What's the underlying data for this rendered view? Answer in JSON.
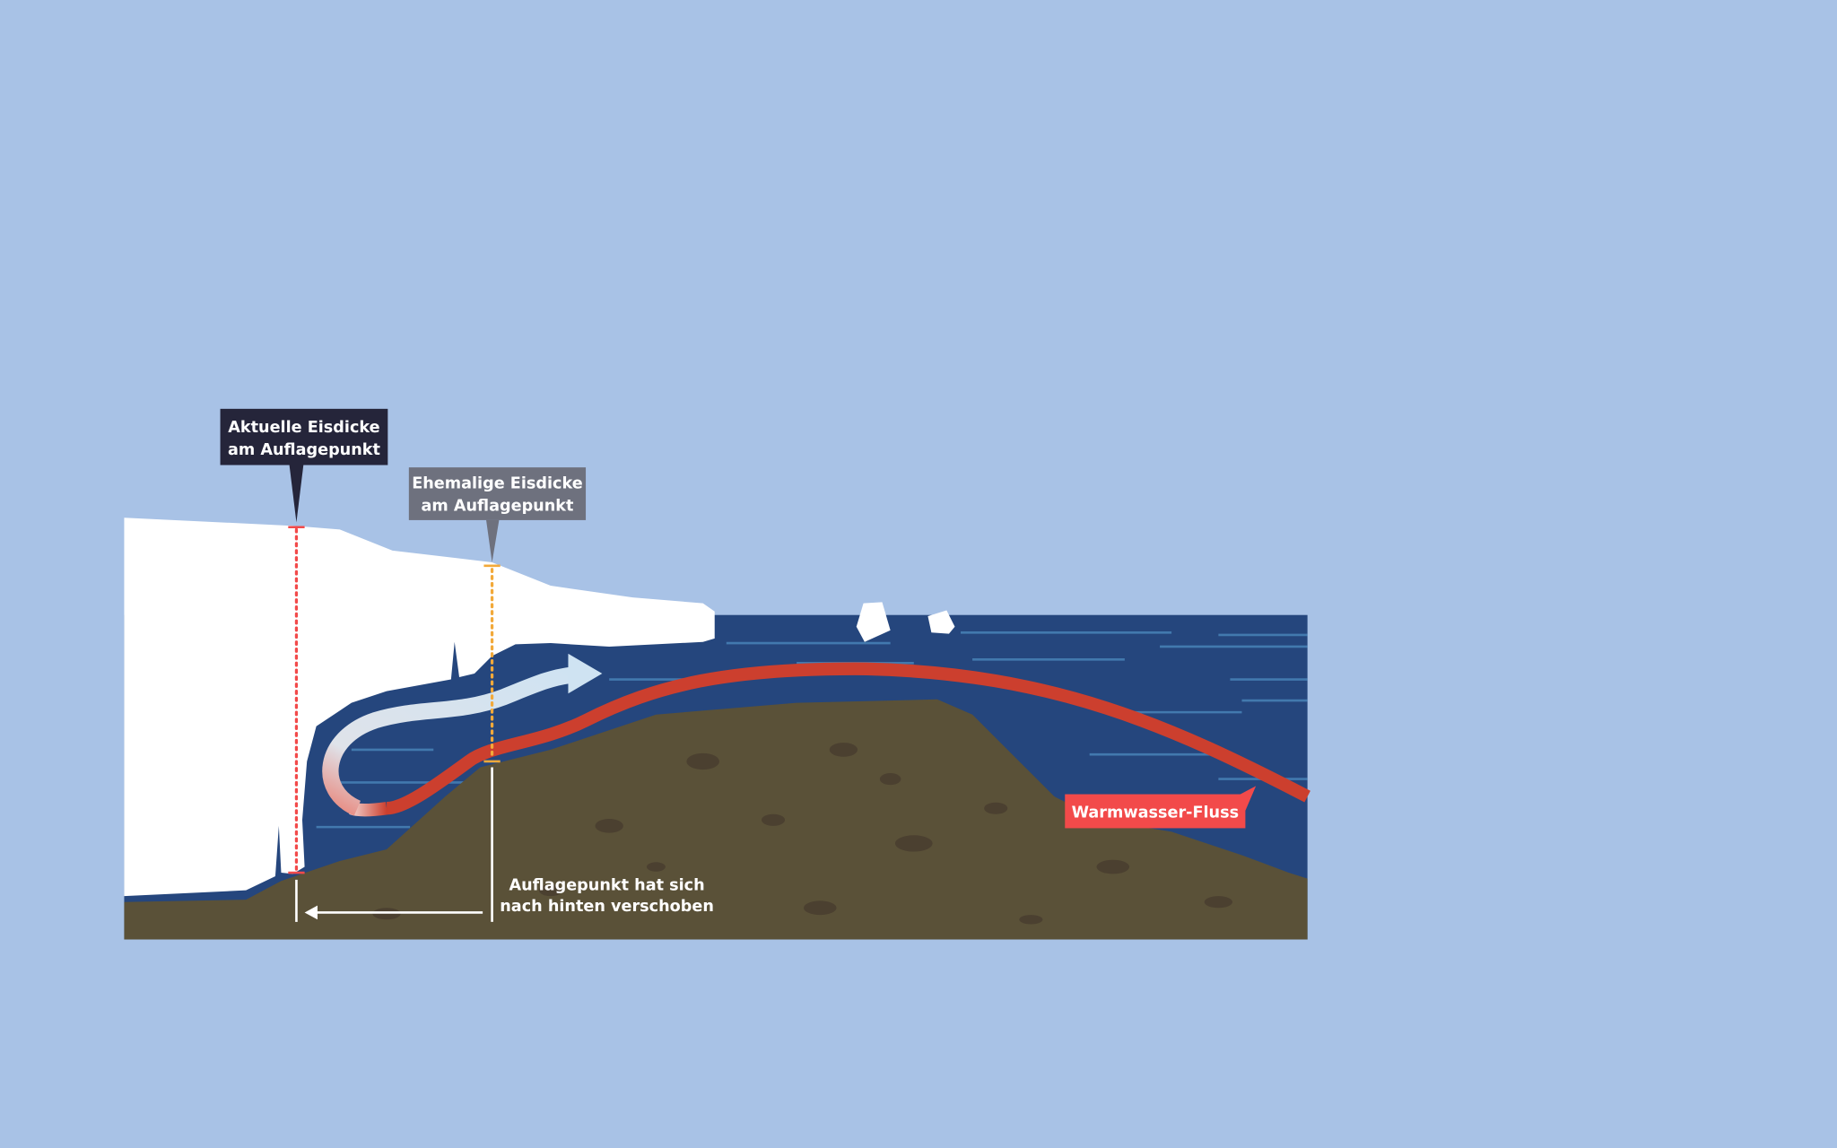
{
  "labels": {
    "current_thickness_line1": "Aktuelle Eisdicke",
    "current_thickness_line2": "am Auflagepunkt",
    "former_thickness_line1": "Ehemalige Eisdicke",
    "former_thickness_line2": "am Auflagepunkt",
    "grounding_shift_line1": "Auflagepunkt hat sich",
    "grounding_shift_line2": "nach hinten verschoben",
    "warm_water": "Warmwasser-Fluss"
  },
  "colors": {
    "background": "#a8c2e6",
    "ocean": "#25467d",
    "ice": "#ffffff",
    "ground": "#5a5138",
    "warm_water": "#cc3f2e",
    "current_label": "#25253a",
    "former_label": "#6e717e",
    "warm_label": "#f24a4a"
  }
}
